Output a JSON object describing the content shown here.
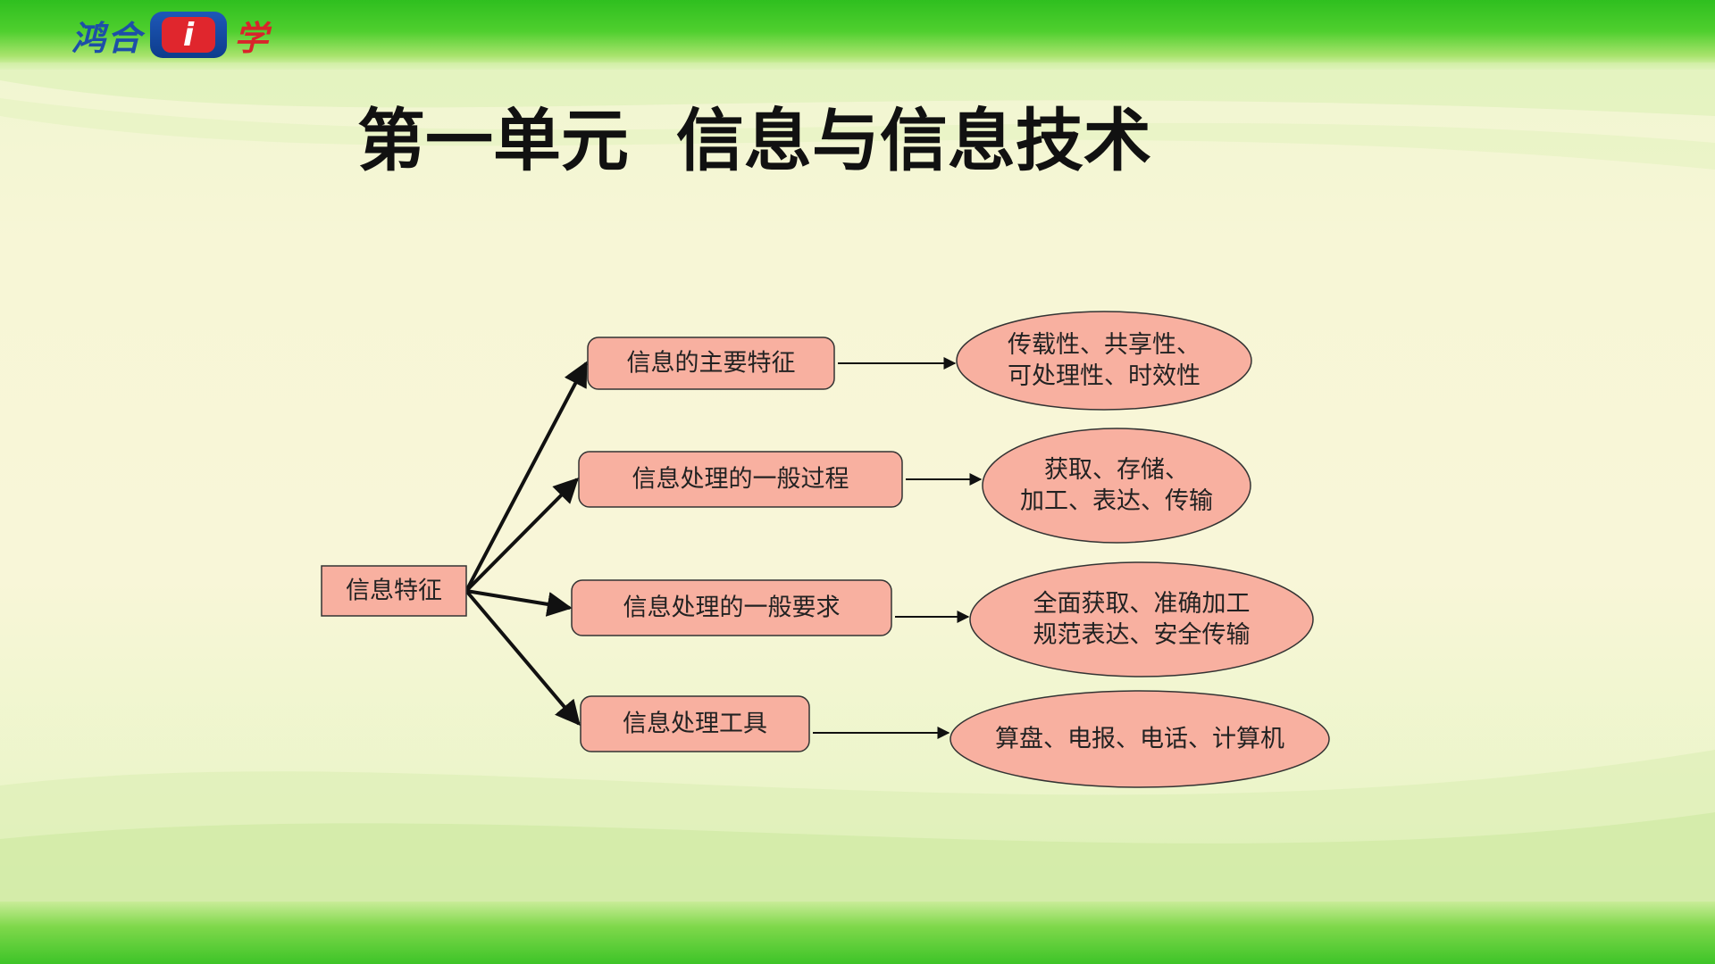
{
  "logo": {
    "left_text": "鸿合",
    "mark": "i",
    "right_text": "学"
  },
  "title": "第一单元  信息与信息技术",
  "colors": {
    "node_fill": "#f8b0a0",
    "node_stroke": "#333333",
    "arrow": "#111111"
  },
  "diagram": {
    "root": {
      "label": "信息特征"
    },
    "branches": [
      {
        "label": "信息的主要特征",
        "detail": [
          "传载性、共享性、",
          "可处理性、时效性"
        ]
      },
      {
        "label": "信息处理的一般过程",
        "detail": [
          "获取、存储、",
          "加工、表达、传输"
        ]
      },
      {
        "label": "信息处理的一般要求",
        "detail": [
          "全面获取、准确加工",
          "规范表达、安全传输"
        ]
      },
      {
        "label": "信息处理工具",
        "detail": [
          "算盘、电报、电话、计算机"
        ]
      }
    ]
  }
}
